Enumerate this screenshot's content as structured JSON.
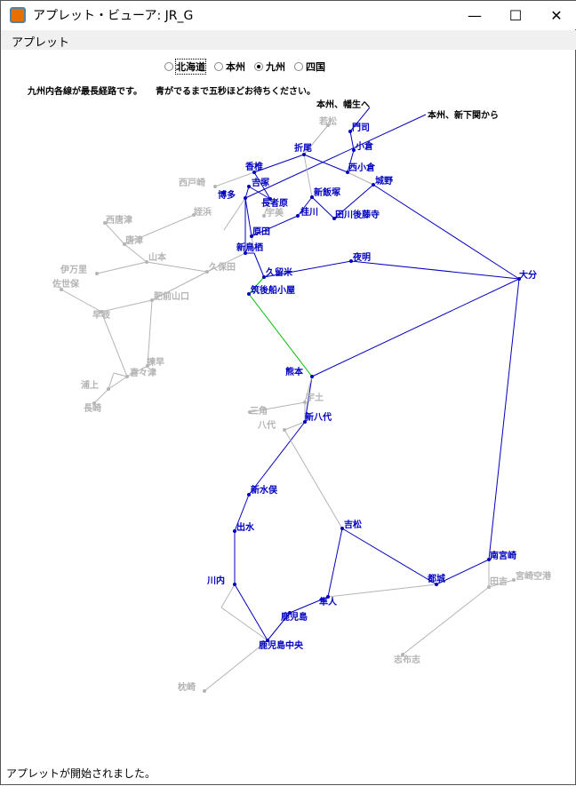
{
  "window": {
    "title": "アプレット・ビューア: JR_G",
    "minimize": "—",
    "maximize": "☐",
    "close": "✕"
  },
  "menu": {
    "applet": "アプレット"
  },
  "regions": [
    {
      "label": "北海道",
      "checked": false
    },
    {
      "label": "本州",
      "checked": false
    },
    {
      "label": "九州",
      "checked": true
    },
    {
      "label": "四国",
      "checked": false
    }
  ],
  "message": "九州内各線が最長経路です。　　青がでるまで五秒ほどお待ちください。",
  "external": {
    "hatabu": "本州、幡生へ",
    "shimonoseki": "本州、新下関から"
  },
  "colors": {
    "route": "#0000c0",
    "other": "#b4b4b4",
    "special": "#00c000"
  },
  "stations": [
    "門司",
    "小倉",
    "西小倉",
    "城野",
    "折尾",
    "香椎",
    "吉塚",
    "博多",
    "長者原",
    "新飯塚",
    "桂川",
    "田川後藤寺",
    "原田",
    "新鳥栖",
    "久留米",
    "筑後船小屋",
    "夜明",
    "大分",
    "熊本",
    "新八代",
    "新水俣",
    "出水",
    "川内",
    "鹿児島中央",
    "鹿児島",
    "隼人",
    "吉松",
    "都城",
    "南宮崎",
    "若松",
    "西戸崎",
    "姪浜",
    "宇美",
    "西唐津",
    "唐津",
    "山本",
    "伊万里",
    "久保田",
    "佐世保",
    "早岐",
    "肥前山口",
    "諫早",
    "喜々津",
    "浦上",
    "長崎",
    "宇土",
    "三角",
    "八代",
    "田吉",
    "宮崎空港",
    "志布志",
    "枕崎"
  ],
  "status": "アプレットが開始されました。"
}
